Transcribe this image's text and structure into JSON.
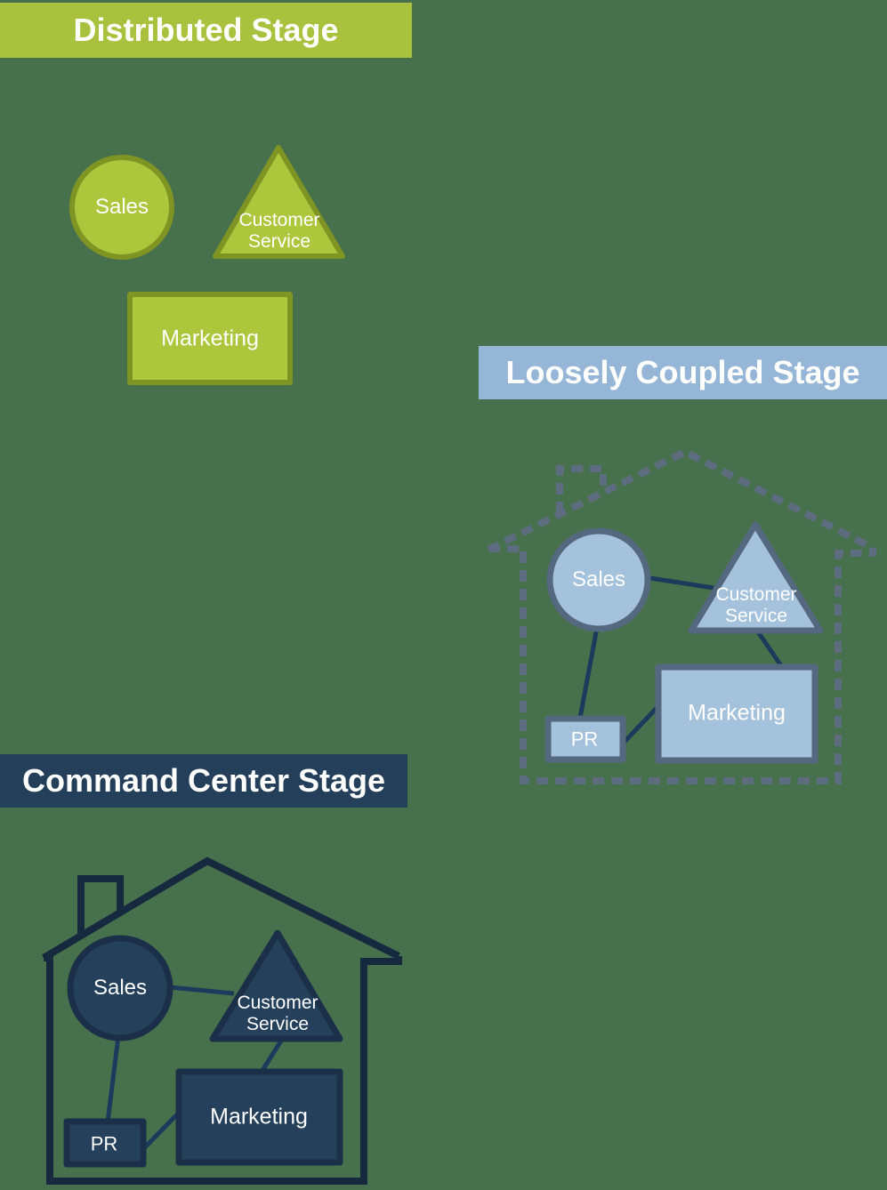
{
  "diagram": {
    "background_color": "#47714C",
    "stages": {
      "distributed": {
        "title": "Distributed Stage",
        "banner_color": "#A9C23D",
        "shape_fill": "#ADC73D",
        "shape_border": "#7F9422",
        "house_outline": "none",
        "labels": {
          "sales": "Sales",
          "customer_service": "Customer Service",
          "marketing": "Marketing"
        }
      },
      "loosely_coupled": {
        "title": "Loosely Coupled Stage",
        "banner_color": "#96B6D7",
        "shape_fill": "#A5C2DD",
        "shape_border": "#54687F",
        "house_outline": "dashed",
        "house_outline_color": "#5D6C7F",
        "connector_color": "#1C3A5C",
        "labels": {
          "sales": "Sales",
          "customer_service": "Customer Service",
          "marketing": "Marketing",
          "pr": "PR"
        }
      },
      "command_center": {
        "title": "Command Center Stage",
        "banner_color": "#243F5A",
        "shape_fill": "#24405B",
        "shape_border": "#1B3048",
        "house_outline": "solid",
        "house_outline_color": "#16293E",
        "connector_color": "#1C3A5C",
        "labels": {
          "sales": "Sales",
          "customer_service": "Customer Service",
          "marketing": "Marketing",
          "pr": "PR"
        }
      }
    }
  }
}
